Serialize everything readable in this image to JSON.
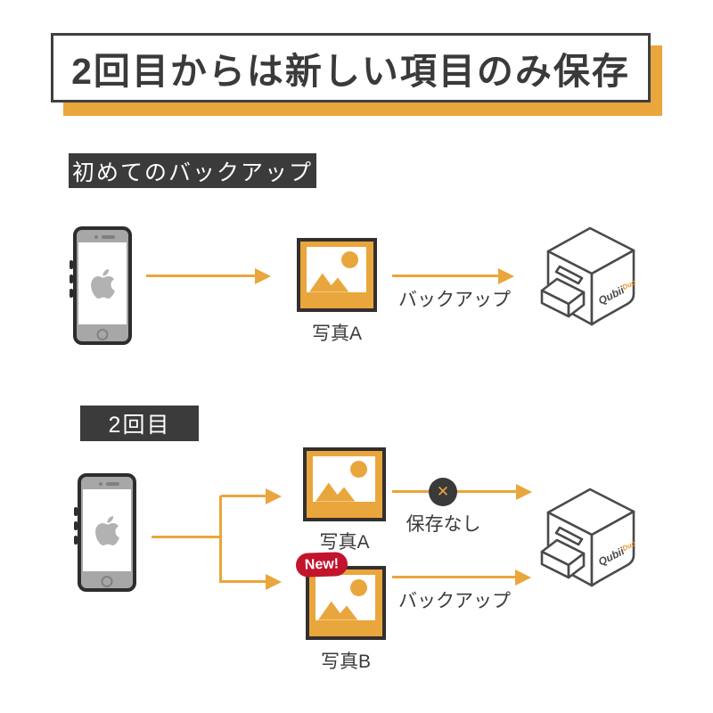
{
  "page_title": "2回目からは新しい項目のみ保存",
  "colors": {
    "accent_orange": "#E9A63C",
    "dark_gray": "#3B3B3B",
    "badge_red": "#C3142D",
    "logo_orange": "#E8952E",
    "phone_gray": "#A7A7A7"
  },
  "first_backup": {
    "header": "初めてのバックアップ",
    "photo_a": {
      "label": "写真A"
    },
    "backup_arrow_label": "バックアップ",
    "device": {
      "brand": "Qubii",
      "model": "Duo"
    }
  },
  "second_backup": {
    "header": "2回目",
    "photo_a": {
      "label": "写真A"
    },
    "no_save": {
      "icon": "✕",
      "label": "保存なし"
    },
    "photo_b": {
      "label": "写真B",
      "badge": "New!"
    },
    "backup_arrow_label": "バックアップ",
    "device": {
      "brand": "Qubii",
      "model": "Duo"
    }
  }
}
